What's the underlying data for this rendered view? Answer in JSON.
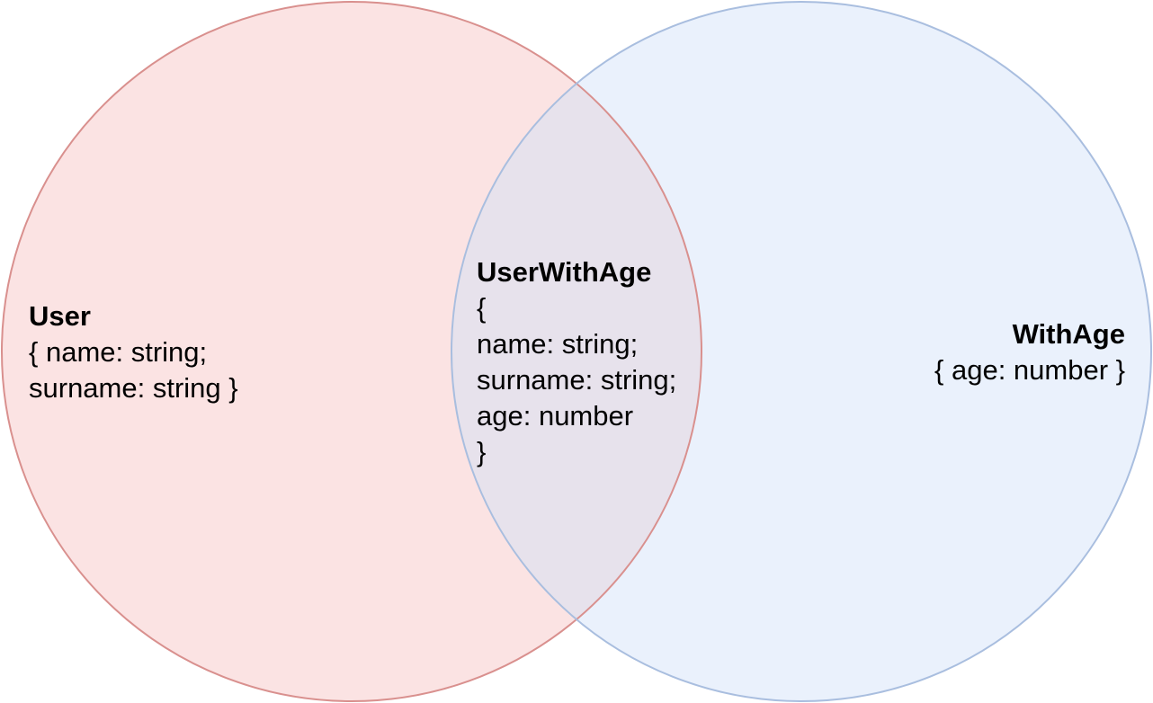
{
  "diagram": {
    "type": "venn",
    "colors": {
      "left_fill": "#fbe3e3",
      "left_stroke": "#d9908e",
      "right_fill": "#eaf1fc",
      "right_stroke": "#a9bedf",
      "overlap_fill": "#e7e2ec"
    },
    "left": {
      "title": "User",
      "lines": [
        "{ name: string;",
        "surname: string }"
      ]
    },
    "overlap": {
      "title": "UserWithAge",
      "lines": [
        "{",
        "name: string;",
        "surname: string;",
        "age: number",
        "}"
      ]
    },
    "right": {
      "title": "WithAge",
      "lines": [
        "{ age: number }"
      ]
    }
  }
}
